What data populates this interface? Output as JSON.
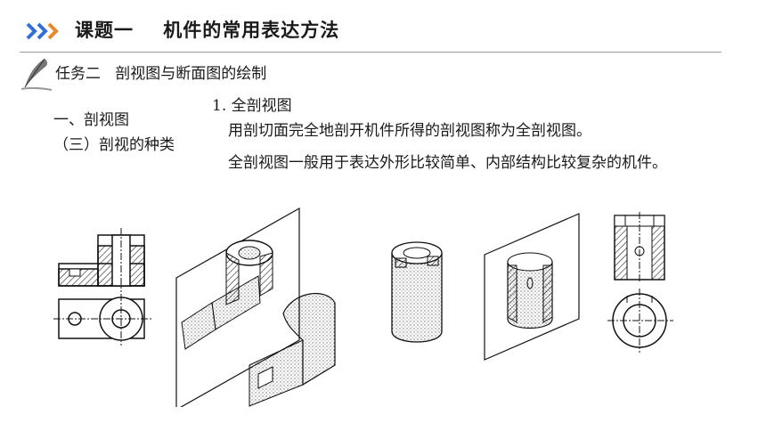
{
  "header": {
    "course_title": "课题一    机件的常用表达方法"
  },
  "task": {
    "title": "任务二   剖视图与断面图的绘制"
  },
  "sections": {
    "level1": "一、剖视图",
    "level2": "（三）剖视的种类"
  },
  "item": {
    "heading": "1. 全剖视图",
    "paragraph1": "用剖切面完全地剖开机件所得的剖视图称为全剖视图。",
    "paragraph2": "全剖视图一般用于表达外形比较简单、内部结构比较复杂的机件。"
  },
  "colors": {
    "chevron_blue": "#2f6fd6",
    "chevron_orange": "#e8892b",
    "text": "#1a1a1a",
    "rule": "#9a9a9a"
  }
}
